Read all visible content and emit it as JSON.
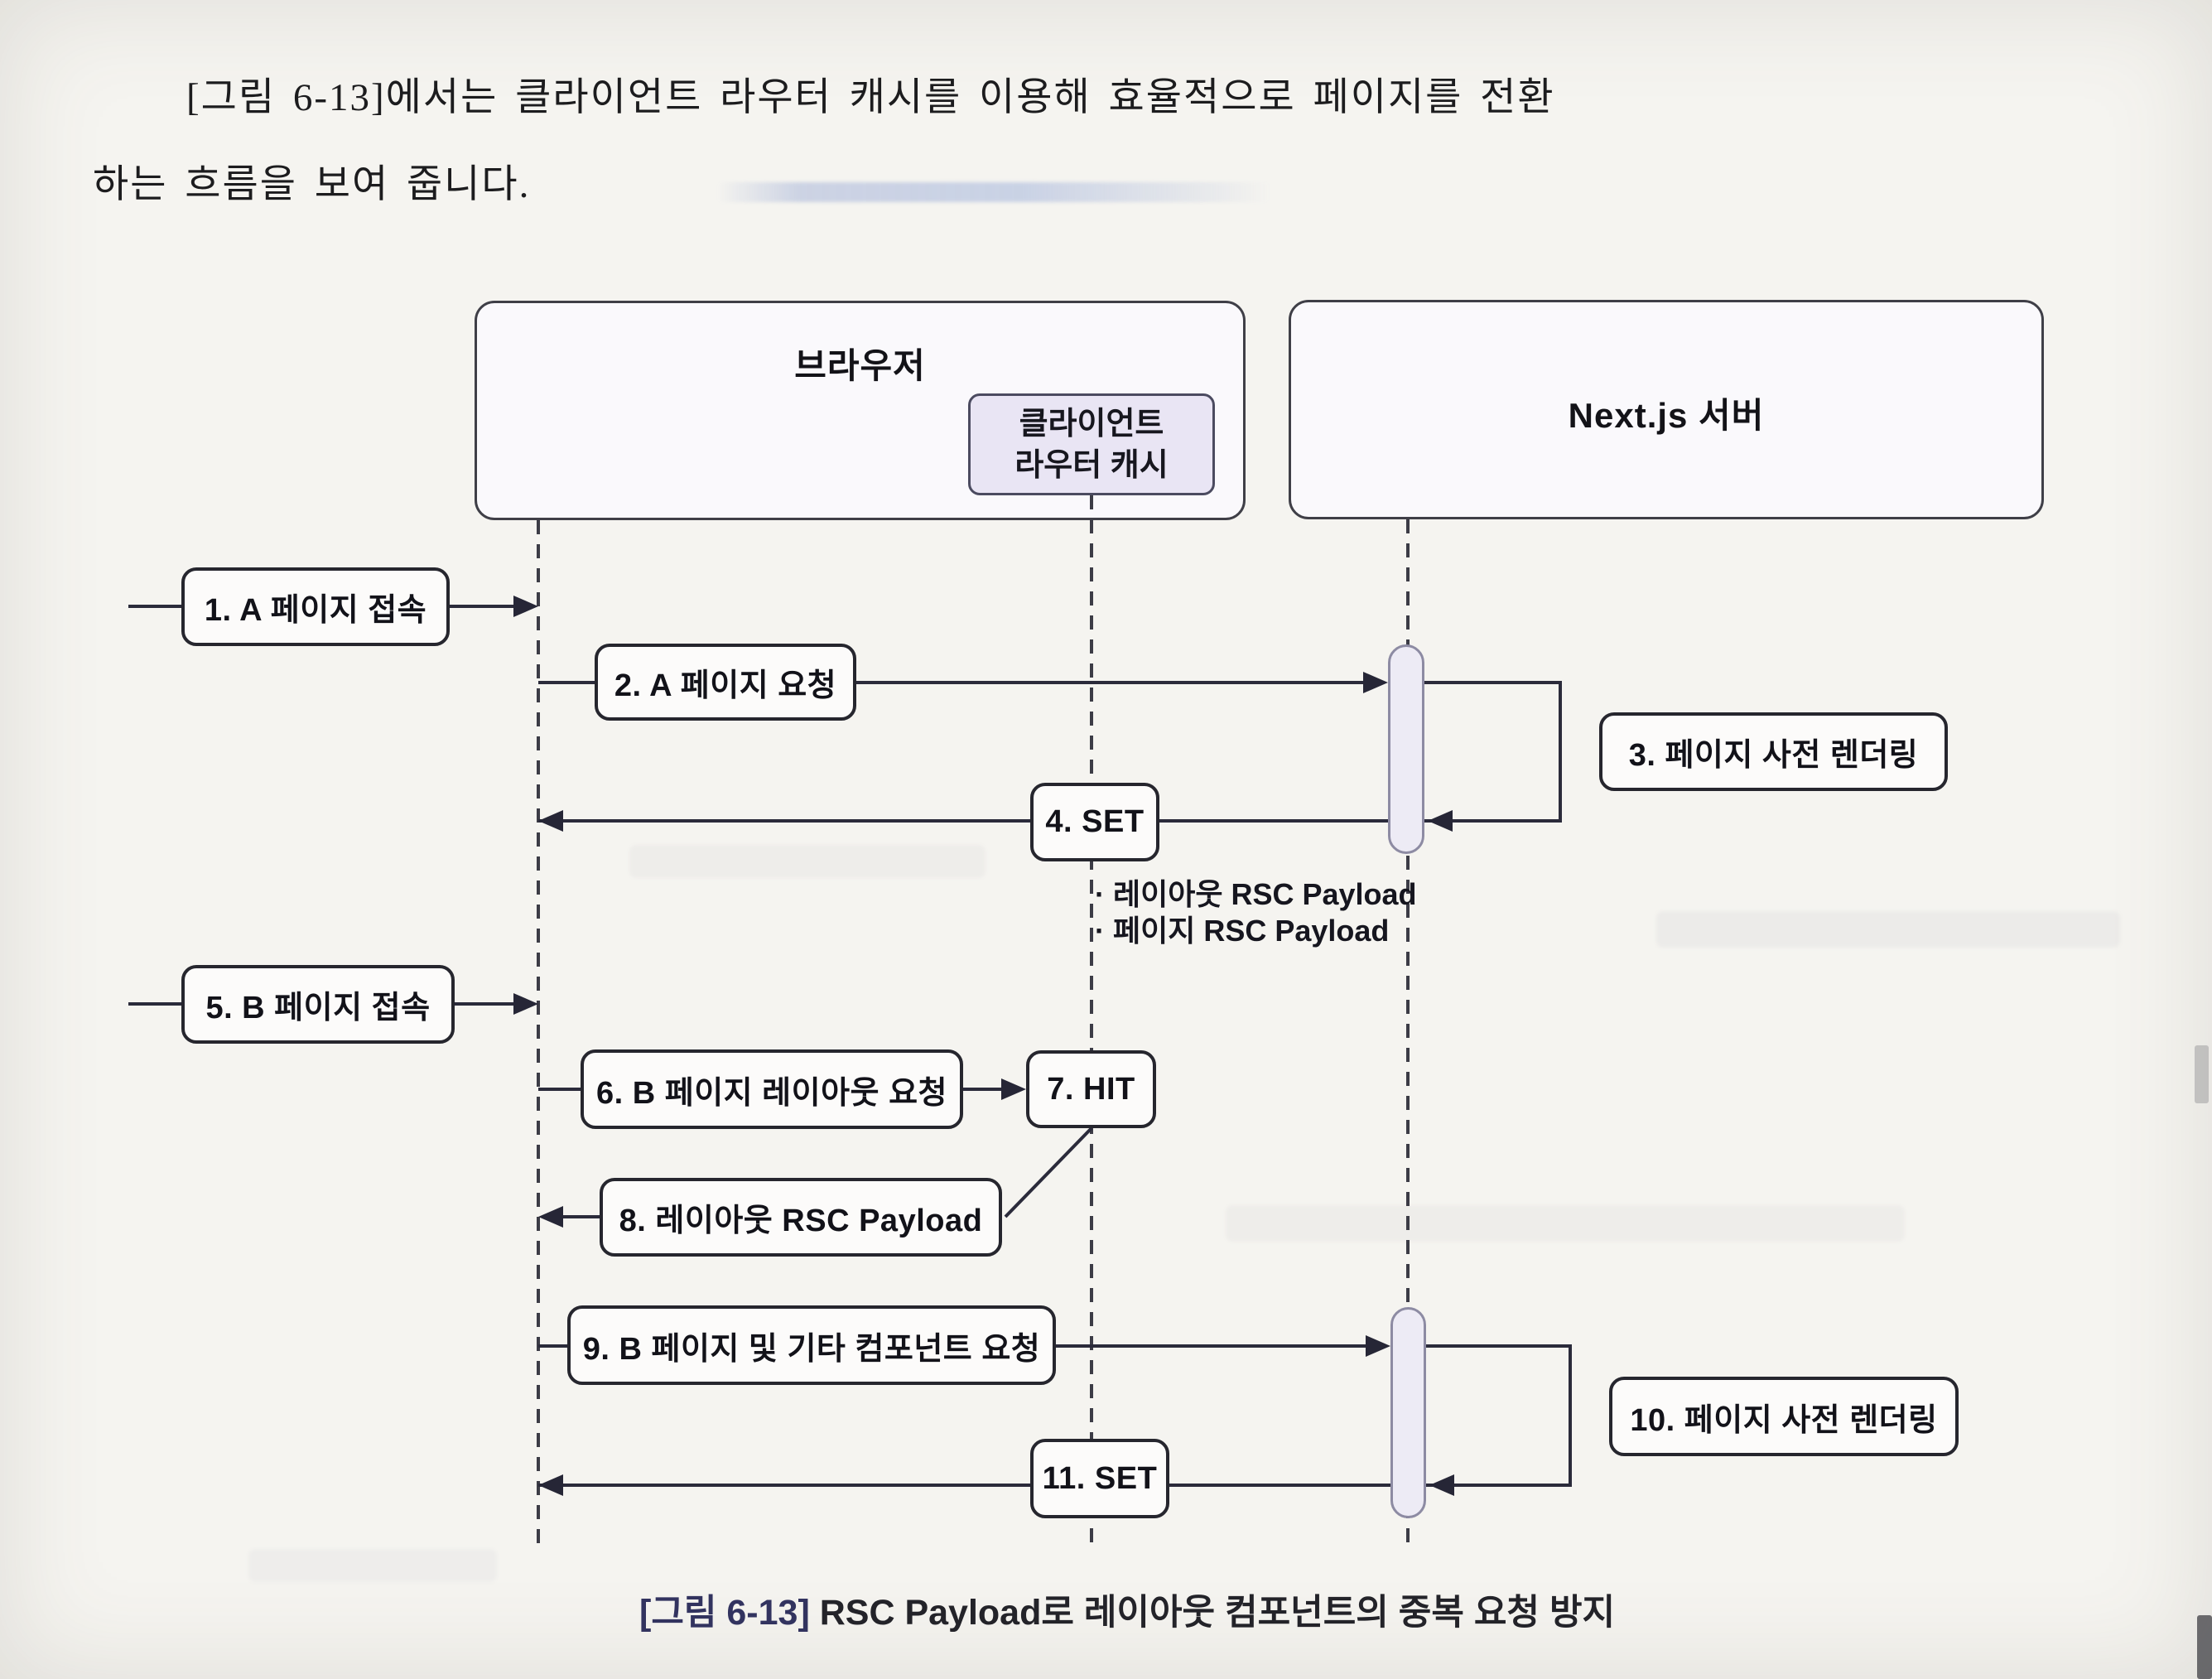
{
  "page": {
    "paragraph_line1": "[그림 6-13]에서는 클라이언트 라우터 캐시를 이용해 효율적으로 페이지를 전환",
    "paragraph_line2": "하는 흐름을 보여 줍니다.",
    "caption_prefix": "[그림 6-13]",
    "caption_rest": " RSC Payload로 레이아웃 컴포넌트의 중복 요청 방지"
  },
  "diagram": {
    "participants": {
      "browser_label": "브라우저",
      "cache_label_line1": "클라이언트",
      "cache_label_line2": "라우터 캐시",
      "server_label": "Next.js 서버"
    },
    "messages": {
      "m1": "1. A 페이지 접속",
      "m2": "2. A 페이지 요청",
      "m3": "3. 페이지 사전 렌더링",
      "m4": "4. SET",
      "m5": "5. B 페이지 접속",
      "m6": "6. B 페이지 레이아웃 요청",
      "m7": "7. HIT",
      "m8": "8. 레이아웃 RSC Payload",
      "m9": "9. B 페이지 및 기타 컴포넌트 요청",
      "m10": "10. 페이지 사전 렌더링",
      "m11": "11. SET"
    },
    "annotations": {
      "cache_set_line1": "· 레이아웃 RSC Payload",
      "cache_set_line2": "· 페이지 RSC Payload"
    },
    "colors": {
      "lavender_fill": "#e9e5f4",
      "activation_fill": "#edebf5",
      "line_color": "#2b2b3b",
      "caption_prefix_color": "#32335f"
    }
  }
}
